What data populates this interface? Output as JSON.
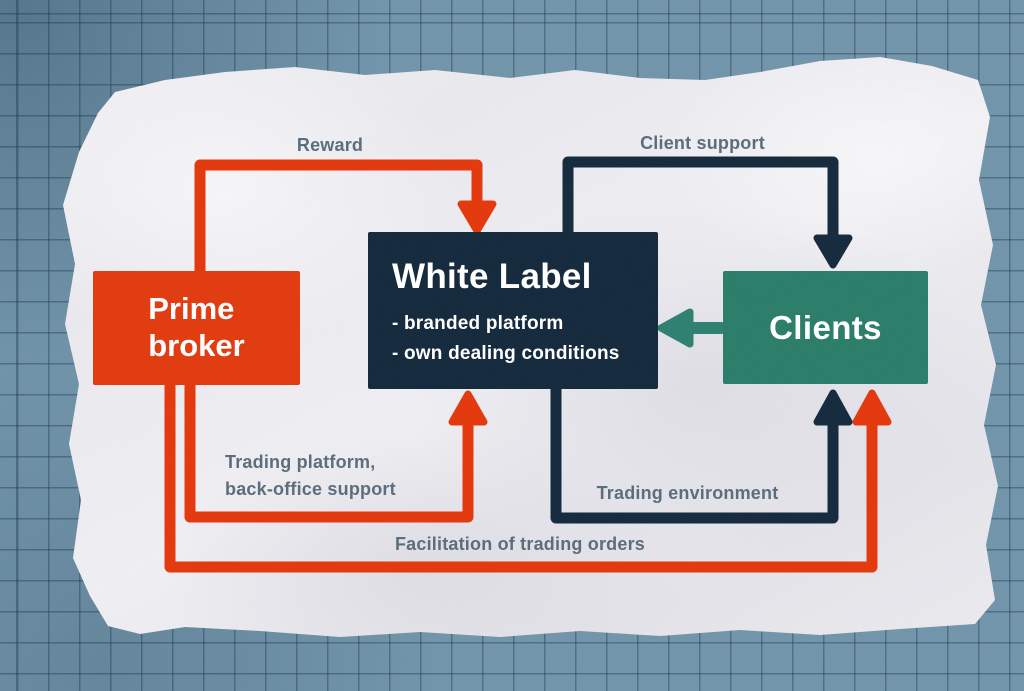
{
  "background": {
    "style": "blue graph paper with torn crumpled white paper overlay",
    "bg_color": "#7295ab",
    "grid_color": "#1c3a50",
    "paper_color": "#ecebef"
  },
  "nodes": {
    "prime_broker": {
      "label": "Prime\nbroker",
      "color": "#e23b10",
      "text_color": "#ffffff"
    },
    "white_label": {
      "title": "White Label",
      "bullet_1": "- branded platform",
      "bullet_2": "- own dealing conditions",
      "color": "#142a3c",
      "text_color": "#ffffff"
    },
    "clients": {
      "label": "Clients",
      "color": "#2b7d69",
      "text_color": "#ffffff"
    }
  },
  "edges": {
    "label_color": "#5b6d7d",
    "reward": {
      "label": "Reward",
      "from": "prime_broker",
      "to": "white_label",
      "color": "#e5380d"
    },
    "client_support": {
      "label": "Client support",
      "from": "white_label",
      "to": "clients",
      "color": "#152a3d"
    },
    "clients_to_white_label": {
      "label": "",
      "from": "clients",
      "to": "white_label",
      "color": "#2e8070"
    },
    "trading_platform": {
      "label": "Trading platform,\nback-office support",
      "from": "prime_broker",
      "to": "white_label",
      "color": "#e5380d"
    },
    "trading_environment": {
      "label": "Trading environment",
      "from": "white_label",
      "to": "clients",
      "color": "#152a3d"
    },
    "facilitation": {
      "label": "Facilitation of trading orders",
      "from": "prime_broker",
      "to": "clients",
      "color": "#e5380d"
    }
  }
}
